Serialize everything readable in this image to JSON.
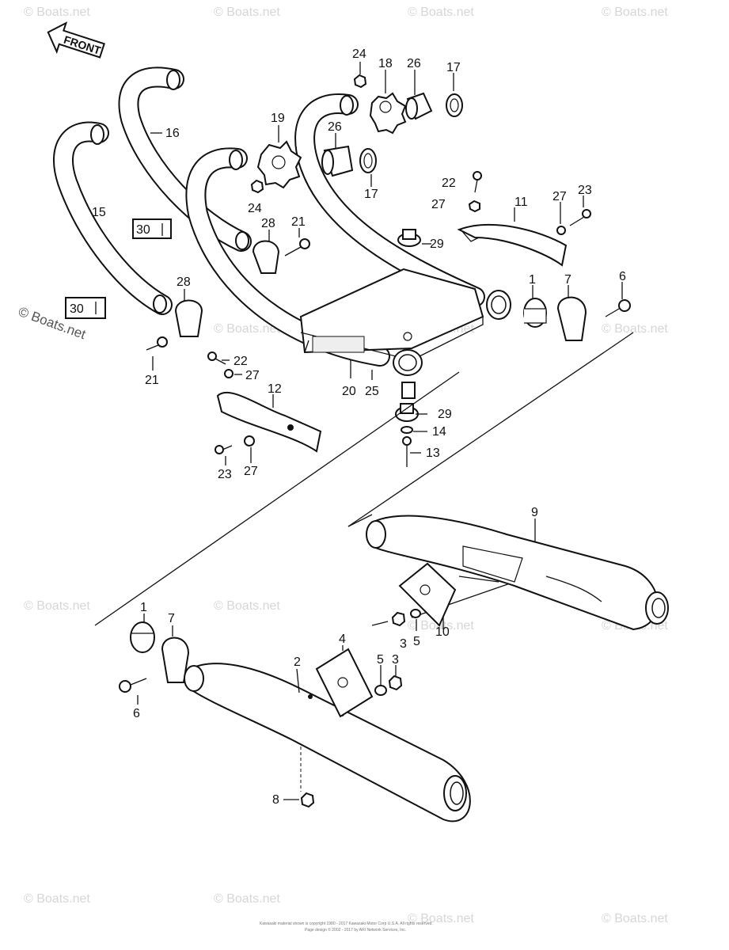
{
  "front_label": "FRONT",
  "watermark": "© Boats.net",
  "main_watermark": "© Boats.net",
  "boxed_labels": [
    "30",
    "30"
  ],
  "part_labels": [
    "24",
    "18",
    "26",
    "17",
    "16",
    "19",
    "26",
    "17",
    "15",
    "22",
    "27",
    "11",
    "23",
    "27",
    "24",
    "28",
    "21",
    "29",
    "30",
    "6",
    "1",
    "7",
    "30",
    "28",
    "21",
    "22",
    "27",
    "12",
    "20",
    "25",
    "29",
    "14",
    "13",
    "23",
    "27",
    "9",
    "1",
    "7",
    "4",
    "3",
    "5",
    "10",
    "5",
    "3",
    "2",
    "6",
    "8"
  ],
  "footer_line1": "Kawasaki material shown is copyright 1980 - 2017 Kawasaki Motor Corp U.S.A. All rights reserved.",
  "footer_line2": "Page design © 2002 - 2017 by ARI Network Services, Inc."
}
